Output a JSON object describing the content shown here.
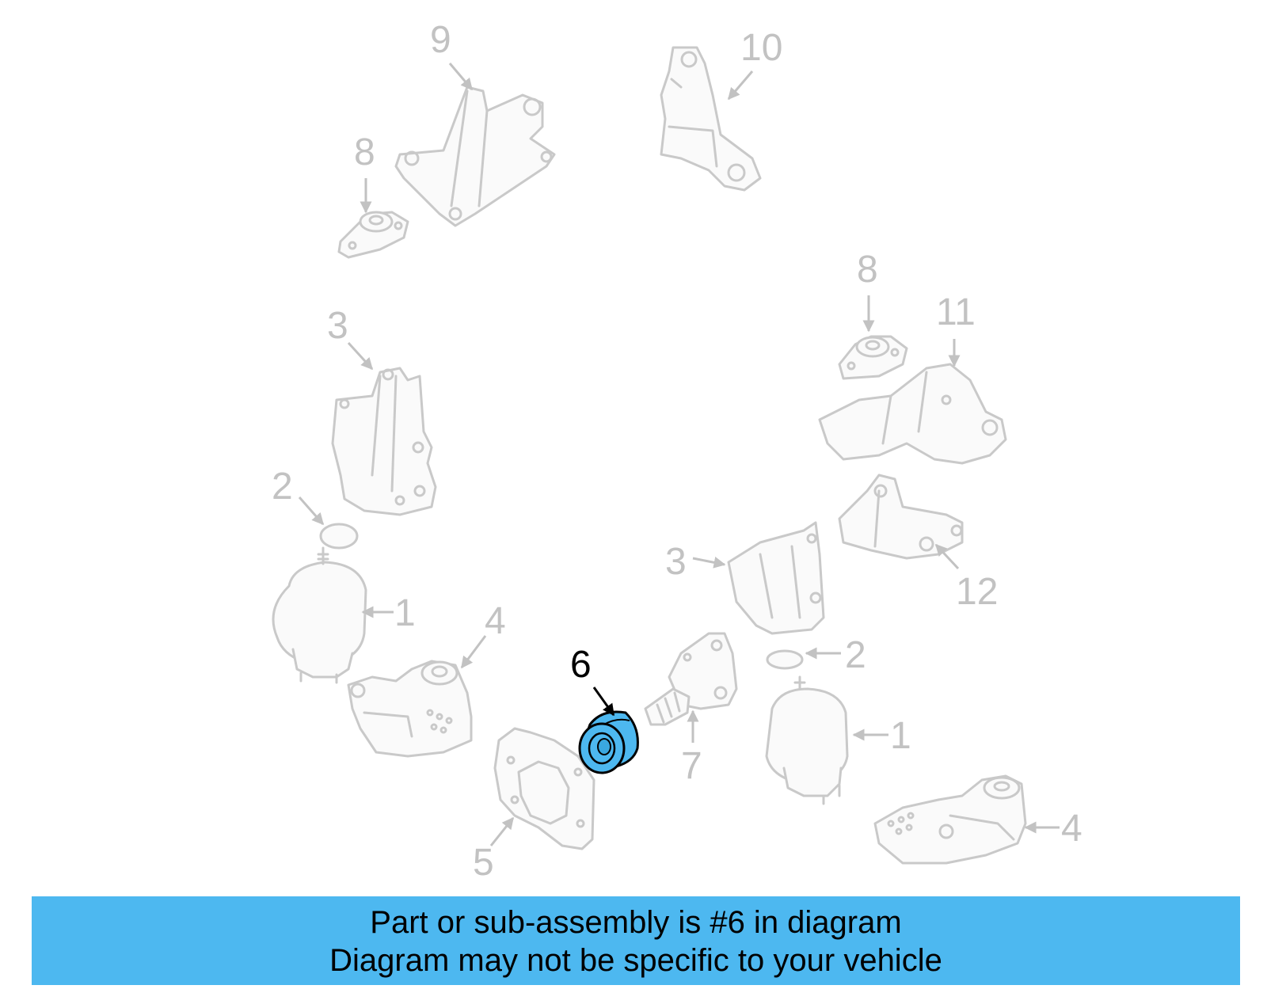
{
  "diagram": {
    "callouts": {
      "c9": "9",
      "c10": "10",
      "c8a": "8",
      "c8b": "8",
      "c11": "11",
      "c3a": "3",
      "c3b": "3",
      "c12": "12",
      "c2a": "2",
      "c2b": "2",
      "c1a": "1",
      "c1b": "1",
      "c4a": "4",
      "c4b": "4",
      "c6": "6",
      "c7": "7",
      "c5": "5"
    },
    "highlighted_part": "6",
    "highlight_color": "#4db8f0",
    "part_line_color": "#c9c9c9"
  },
  "banner": {
    "line1": "Part or sub-assembly is #6 in diagram",
    "line2": "Diagram may not be specific to your vehicle",
    "color": "#4db8f0"
  }
}
